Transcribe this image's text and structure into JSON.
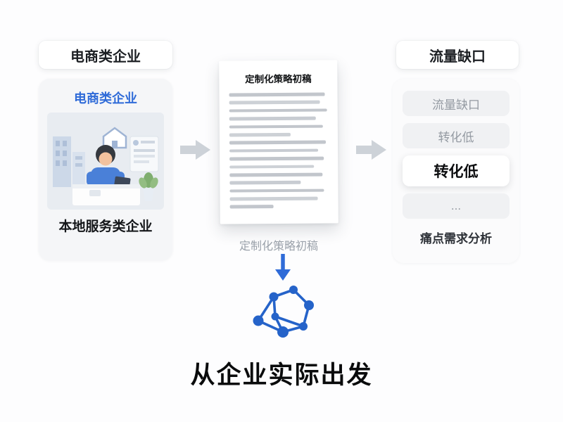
{
  "left": {
    "badge": "电商类企业",
    "card_title": "电商类企业",
    "card_footer": "本地服务类企业"
  },
  "middle": {
    "paper_title": "定制化策略初稿",
    "caption": "定制化策略初稿"
  },
  "right": {
    "badge": "流量缺口",
    "items": [
      {
        "label": "流量缺口",
        "emphasis": false
      },
      {
        "label": "转化低",
        "emphasis": false
      },
      {
        "label": "转化低",
        "emphasis": true
      },
      {
        "label": "...",
        "emphasis": false
      }
    ],
    "footer": "痛点需求分析"
  },
  "bottom": {
    "title": "从企业实际出发"
  },
  "colors": {
    "accent_blue": "#2f6bd8",
    "arrow_gray": "#cdd2d8",
    "network_blue": "#2563c9"
  }
}
